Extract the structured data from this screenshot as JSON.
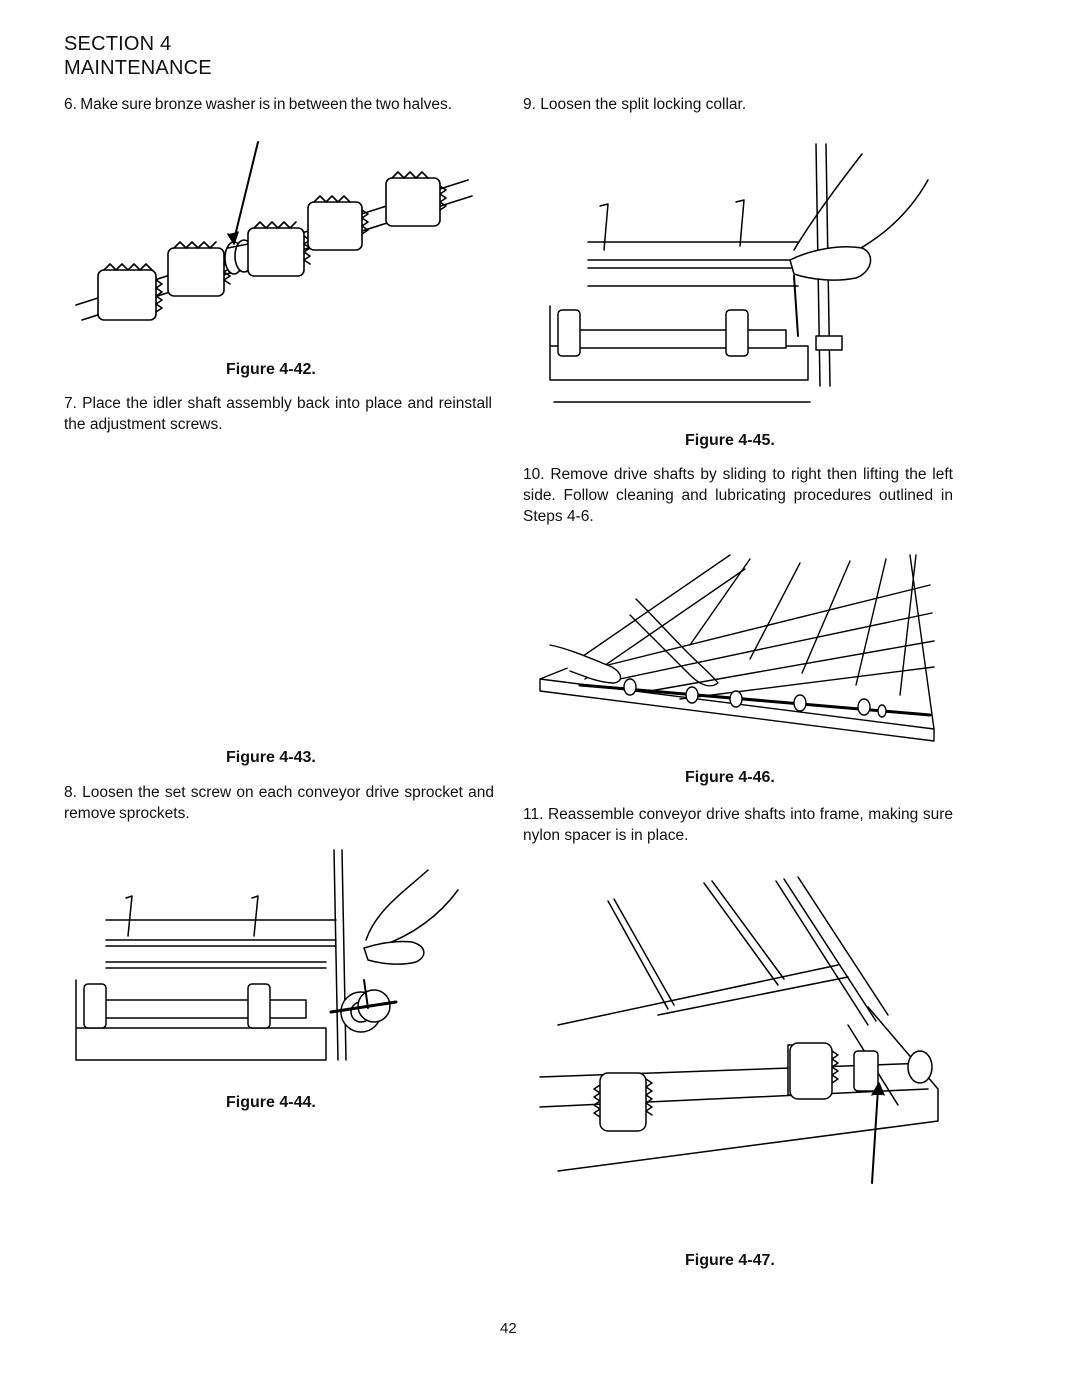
{
  "header": {
    "section": "SECTION 4",
    "title": "MAINTENANCE"
  },
  "steps": {
    "s6": "6. Make sure bronze washer is in between the two halves.",
    "s7": "7. Place the idler shaft assembly back into place and reinstall the adjustment screws.",
    "s8": "8. Loosen the set screw on each conveyor drive sprocket and remove sprockets.",
    "s9": "9. Loosen the split locking collar.",
    "s10": "10. Remove drive shafts by sliding to right then lifting the left side. Follow cleaning and lubricating procedures outlined in Steps 4-6.",
    "s11": "11. Reassemble conveyor drive shafts into frame, making sure nylon spacer is in place."
  },
  "figures": {
    "f42": "Figure 4-42.",
    "f43": "Figure 4-43.",
    "f44": "Figure 4-44.",
    "f45": "Figure 4-45.",
    "f46": "Figure 4-46.",
    "f47": "Figure 4-47."
  },
  "footer": {
    "page_number": "42"
  }
}
